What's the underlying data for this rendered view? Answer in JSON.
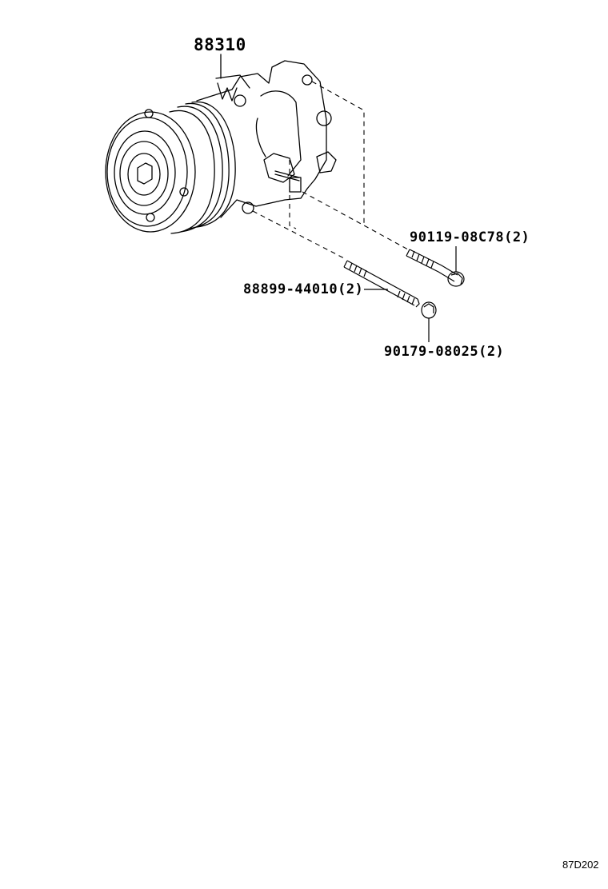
{
  "diagram": {
    "parts": [
      {
        "id": "compressor",
        "part_no": "88310",
        "qty": ""
      },
      {
        "id": "bolt",
        "part_no": "90119-08C78",
        "qty": "(2)"
      },
      {
        "id": "stud",
        "part_no": "88899-44010",
        "qty": "(2)"
      },
      {
        "id": "nut",
        "part_no": "90179-08025",
        "qty": "(2)"
      }
    ],
    "labels": {
      "compressor": "88310",
      "bolt": "90119-08C78(2)",
      "stud": "88899-44010(2)",
      "nut": "90179-08025(2)"
    },
    "reference_code": "87D202"
  }
}
